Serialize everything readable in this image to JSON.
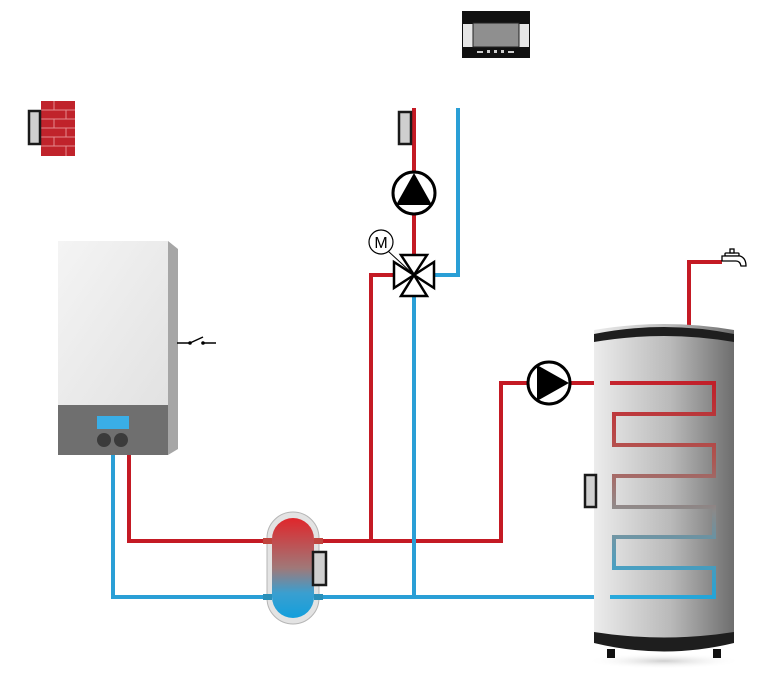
{
  "diagram": {
    "title": "Heating system schematic with boiler, hydraulic separator, mixing circuit and DHW storage tank",
    "colors": {
      "hot": "#c41a24",
      "cold": "#2a9fd6",
      "outline": "#1a1a1a",
      "sensor_fill": "#cfcfcf",
      "brick": "#c0232b",
      "boiler_body": "#ececec",
      "boiler_panel": "#6f6f6f",
      "boiler_display": "#3aaee6",
      "tank_dark": "#1e1e1e",
      "tank_light": "#e8e8e8",
      "tank_shade": "#7a7a7a"
    },
    "components": {
      "room_controller": {
        "label": "Room controller",
        "icon": "thermostat-panel-icon"
      },
      "outdoor_sensor": {
        "label": "Outdoor temperature sensor",
        "icon": "wall-sensor-icon"
      },
      "flow_sensor": {
        "label": "Flow temperature sensor",
        "icon": "sensor-icon"
      },
      "heating_pump": {
        "label": "Heating circuit pump",
        "icon": "pump-up-icon"
      },
      "mixing_valve": {
        "label": "Motorized 3-way mixing valve",
        "motor_label": "M",
        "icon": "mixing-valve-icon"
      },
      "boiler": {
        "label": "Wall-hung boiler",
        "icon": "boiler-icon"
      },
      "switch": {
        "label": "Switch contact",
        "icon": "switch-icon"
      },
      "separator": {
        "label": "Hydraulic separator",
        "icon": "hydraulic-separator-icon"
      },
      "separator_sensor": {
        "label": "Separator temperature sensor",
        "icon": "sensor-icon"
      },
      "dhw_pump": {
        "label": "Storage charging pump",
        "icon": "pump-right-icon"
      },
      "tank": {
        "label": "DHW storage tank",
        "icon": "storage-tank-icon"
      },
      "tank_sensor": {
        "label": "Tank temperature sensor",
        "icon": "sensor-icon"
      },
      "tap": {
        "label": "Hot water tap",
        "icon": "faucet-icon"
      }
    }
  }
}
